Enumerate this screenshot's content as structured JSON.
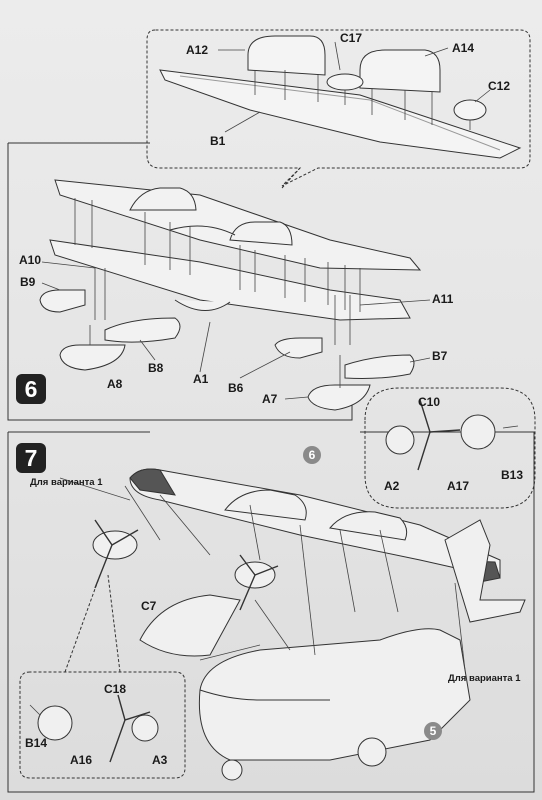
{
  "sheet": {
    "steps": [
      {
        "number": "6"
      },
      {
        "number": "7"
      }
    ],
    "assembly_refs": {
      "wing_subassembly": "6",
      "fuselage_subassembly": "5"
    },
    "variant_note": "Для варианта 1",
    "parts": {
      "a12": "A12",
      "c17": "C17",
      "a14": "A14",
      "c12": "C12",
      "b1": "B1",
      "a10": "A10",
      "b9": "B9",
      "a11": "A11",
      "b8": "B8",
      "a1": "A1",
      "a8": "A8",
      "b6": "B6",
      "b7": "B7",
      "a7": "A7",
      "c10": "C10",
      "a2": "A2",
      "a17": "A17",
      "b13": "B13",
      "c7": "C7",
      "c18": "C18",
      "b14": "B14",
      "a16": "A16",
      "a3": "A3"
    },
    "colors": {
      "ink": "#1a1a1a",
      "paper": "#e6e6e6",
      "ref_circle": "#8a8a8a"
    }
  }
}
